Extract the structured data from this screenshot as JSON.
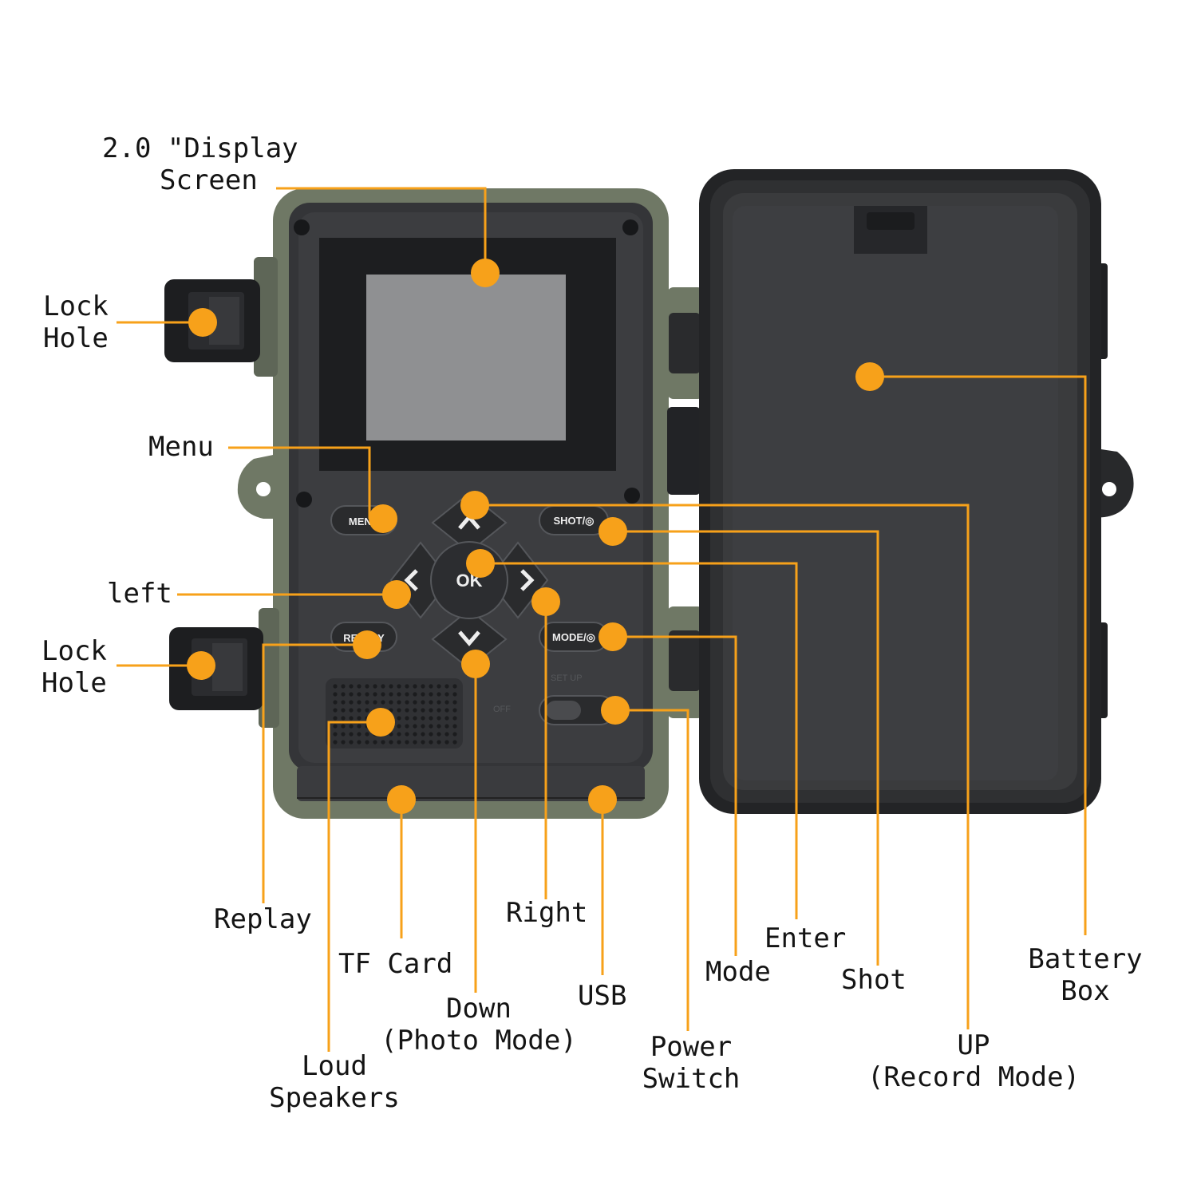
{
  "colors": {
    "callout": "#f7a11a",
    "camo": "#6f7865",
    "body": "#343538",
    "panel": "#3c3d40",
    "screen": "#8f9092",
    "battery_box": "#3d3e41"
  },
  "labels": {
    "display": [
      "2.0 \"Display",
      "Screen"
    ],
    "lock_hole_top": [
      "Lock",
      "Hole"
    ],
    "menu": "Menu",
    "left": "left",
    "lock_hole_bottom": [
      "Lock",
      "Hole"
    ],
    "replay": "Replay",
    "tf_card": "TF Card",
    "loud_speakers": [
      "Loud",
      "Speakers"
    ],
    "down": [
      "Down",
      "(Photo Mode)"
    ],
    "right": "Right",
    "usb": "USB",
    "power_switch": [
      "Power",
      "Switch"
    ],
    "mode": "Mode",
    "enter": "Enter",
    "shot": "Shot",
    "up": [
      "UP",
      "(Record Mode)"
    ],
    "battery_box": [
      "Battery",
      "Box"
    ]
  },
  "device": {
    "menu_button": "MENU",
    "shot_button": "SHOT/◎",
    "ok_button": "OK",
    "replay_button": "REPLAY",
    "mode_button": "MODE/◎",
    "setup_hint": "SET UP",
    "off_hint": "OFF"
  },
  "icons": [
    "up-arrow-icon",
    "down-arrow-icon",
    "left-arrow-icon",
    "right-arrow-icon"
  ]
}
